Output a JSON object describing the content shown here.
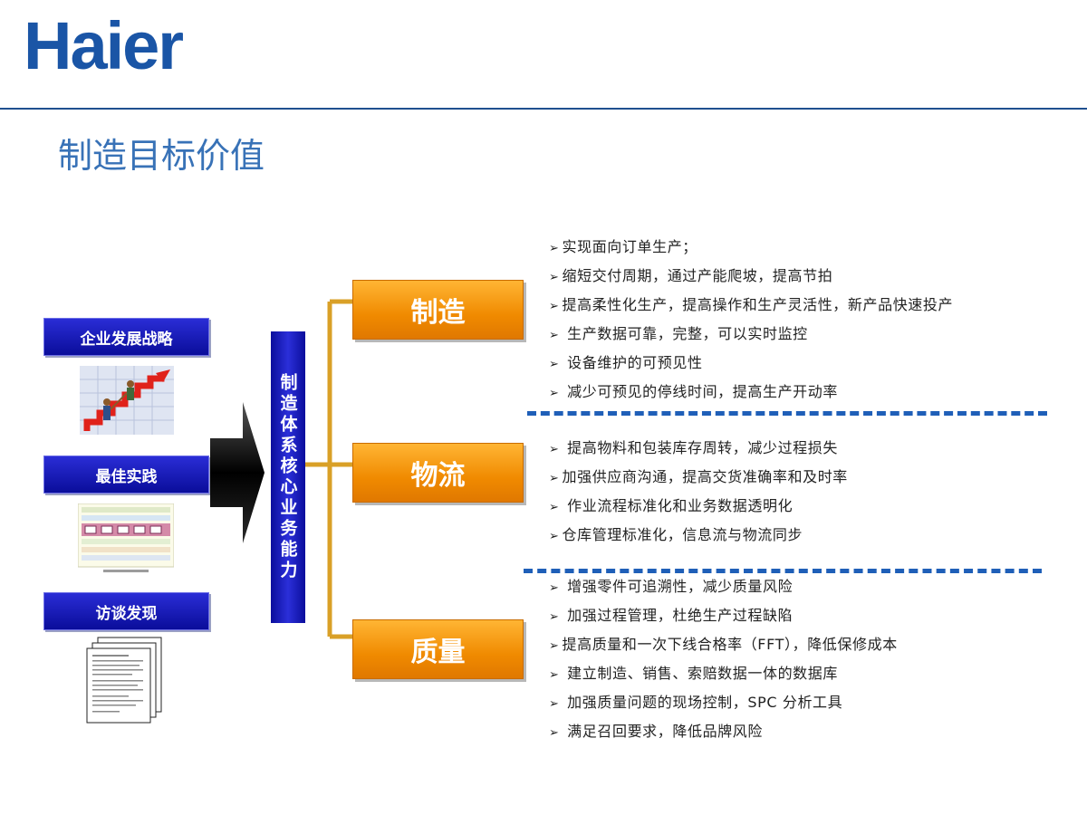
{
  "brand": {
    "logo_text": "Haier"
  },
  "page": {
    "title": "制造目标价值"
  },
  "left_column": {
    "labels": [
      "企业发展战略",
      "最佳实践",
      "访谈发现"
    ]
  },
  "center": {
    "vertical_label": "制造体系核心业务能力"
  },
  "categories": [
    {
      "name": "制造",
      "items": [
        "实现面向订单生产；",
        "缩短交付周期，通过产能爬坡，提高节拍",
        "提高柔性化生产，提高操作和生产灵活性，新产品快速投产",
        " 生产数据可靠，完整，可以实时监控",
        " 设备维护的可预见性",
        " 减少可预见的停线时间，提高生产开动率"
      ]
    },
    {
      "name": "物流",
      "items": [
        " 提高物料和包装库存周转，减少过程损失",
        "加强供应商沟通，提高交货准确率和及时率",
        " 作业流程标准化和业务数据透明化",
        "仓库管理标准化，信息流与物流同步"
      ]
    },
    {
      "name": "质量",
      "items": [
        " 增强零件可追溯性，减少质量风险",
        " 加强过程管理，杜绝生产过程缺陷",
        "提高质量和一次下线合格率（FFT），降低保修成本",
        " 建立制造、销售、索赔数据一体的数据库",
        " 加强质量问题的现场控制，SPC 分析工具",
        " 满足召回要求，降低品牌风险"
      ]
    }
  ],
  "colors": {
    "brand_blue": "#1a55a6",
    "label_blue": "#0a0d9a",
    "category_orange": "#f08a00",
    "connector": "#d9a027",
    "divider_blue": "#1f5fb8"
  }
}
